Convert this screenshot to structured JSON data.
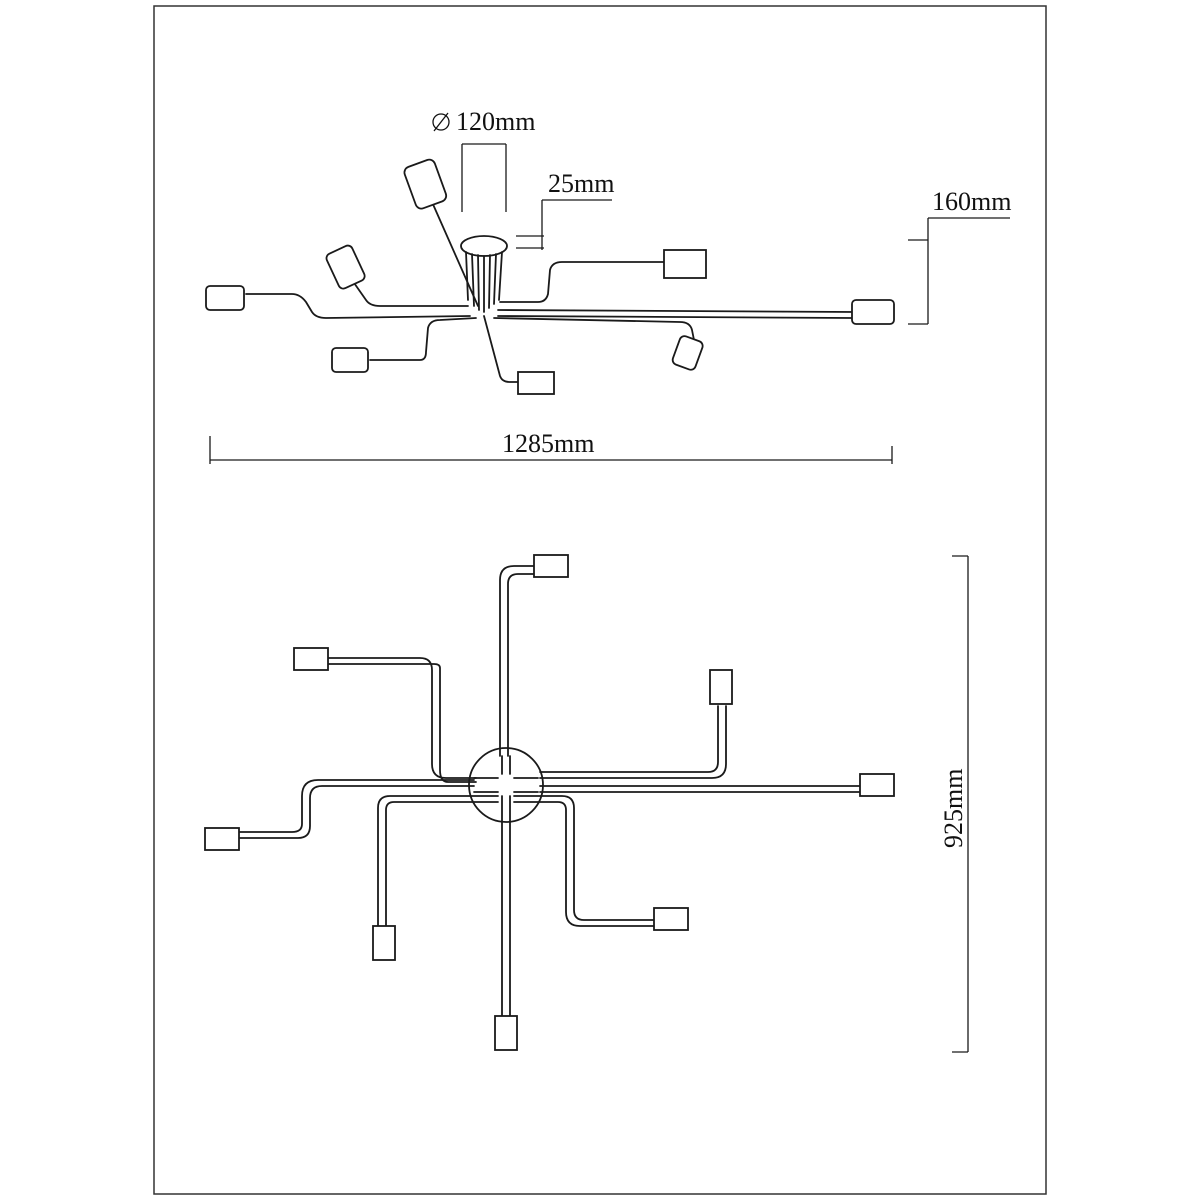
{
  "dimensions": {
    "canopy_diameter": "120mm",
    "canopy_height": "25mm",
    "total_height": "160mm",
    "total_width": "1285mm",
    "total_depth": "925mm"
  }
}
